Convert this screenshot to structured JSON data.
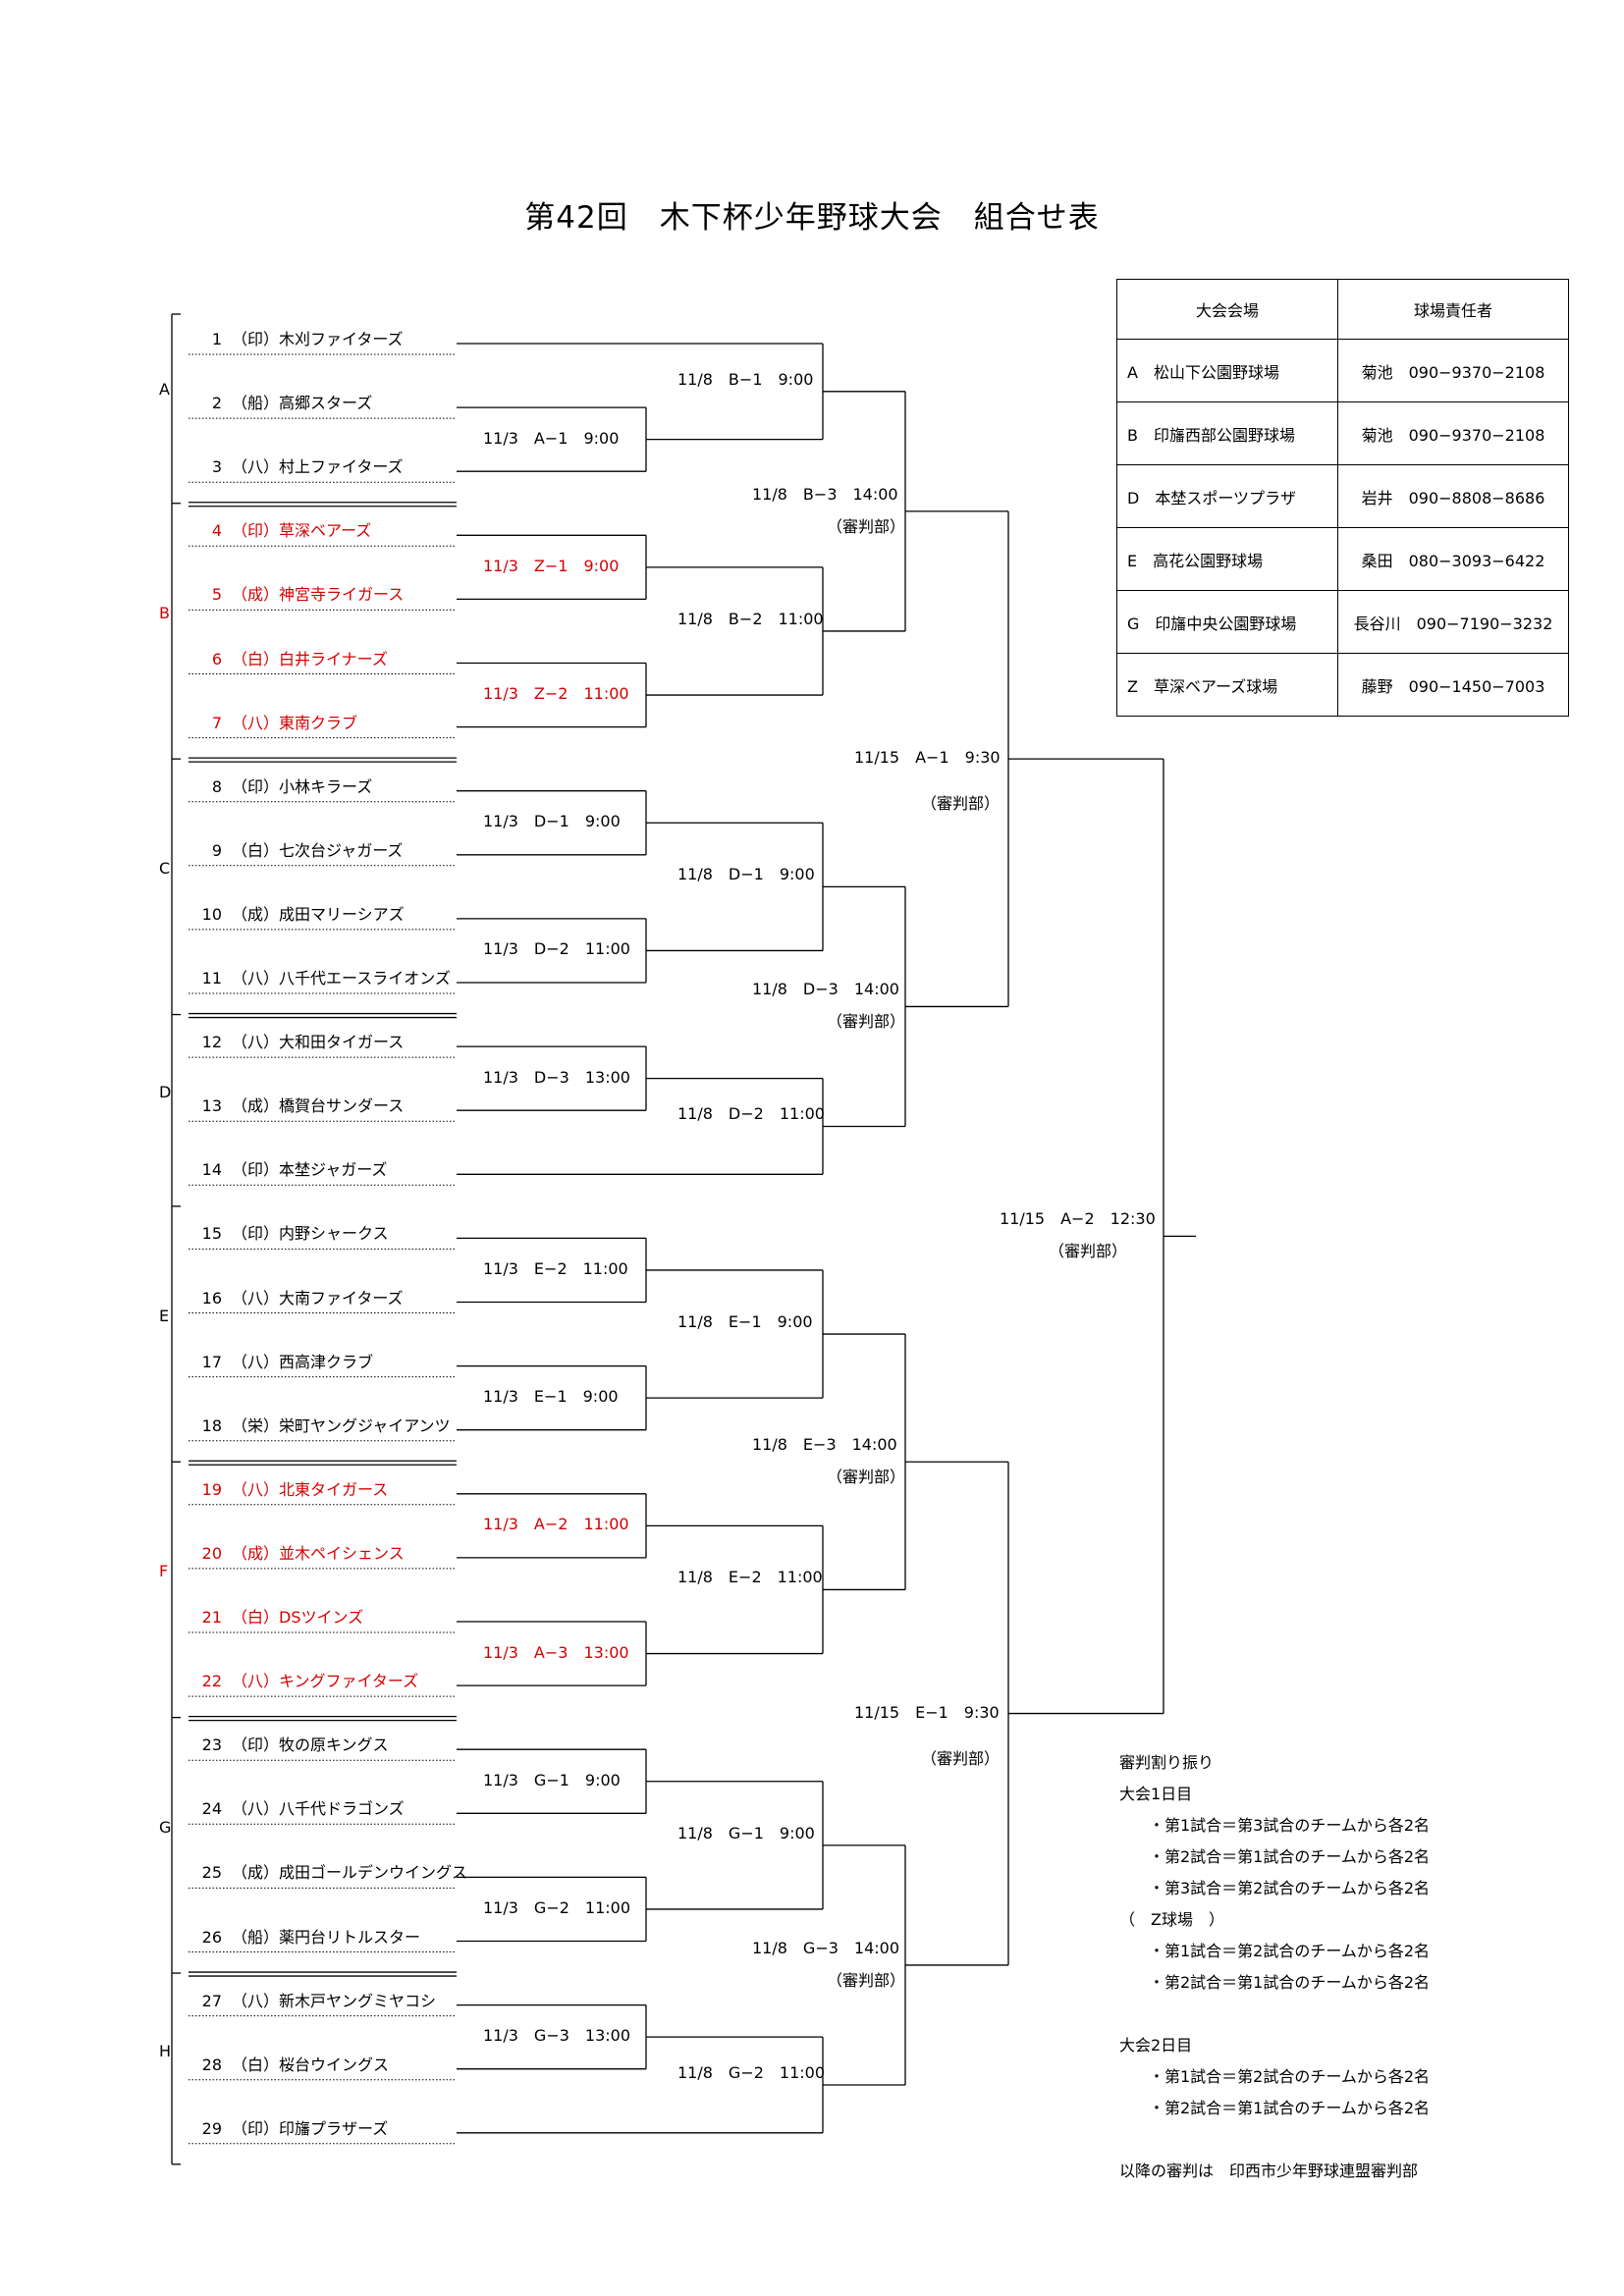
{
  "title": "第42回　木下杯少年野球大会　組合せ表",
  "groups": [
    "A",
    "B",
    "C",
    "D",
    "E",
    "F",
    "G",
    "H"
  ],
  "teams": [
    {
      "no": "1",
      "name": "（印）木刈ファイターズ",
      "red": false
    },
    {
      "no": "2",
      "name": "（船）高郷スターズ",
      "red": false
    },
    {
      "no": "3",
      "name": "（八）村上ファイターズ",
      "red": false
    },
    {
      "no": "4",
      "name": "（印）草深ベアーズ",
      "red": true
    },
    {
      "no": "5",
      "name": "（成）神宮寺ライガース",
      "red": true
    },
    {
      "no": "6",
      "name": "（白）白井ライナーズ",
      "red": true
    },
    {
      "no": "7",
      "name": "（八）東南クラブ",
      "red": true
    },
    {
      "no": "8",
      "name": "（印）小林キラーズ",
      "red": false
    },
    {
      "no": "9",
      "name": "（白）七次台ジャガーズ",
      "red": false
    },
    {
      "no": "10",
      "name": "（成）成田マリーシアズ",
      "red": false
    },
    {
      "no": "11",
      "name": "（八）八千代エースライオンズ",
      "red": false
    },
    {
      "no": "12",
      "name": "（八）大和田タイガース",
      "red": false
    },
    {
      "no": "13",
      "name": "（成）橋賀台サンダース",
      "red": false
    },
    {
      "no": "14",
      "name": "（印）本埜ジャガーズ",
      "red": false
    },
    {
      "no": "15",
      "name": "（印）内野シャークス",
      "red": false
    },
    {
      "no": "16",
      "name": "（八）大南ファイターズ",
      "red": false
    },
    {
      "no": "17",
      "name": "（八）西高津クラブ",
      "red": false
    },
    {
      "no": "18",
      "name": "（栄）栄町ヤングジャイアンツ",
      "red": false
    },
    {
      "no": "19",
      "name": "（八）北東タイガース",
      "red": true
    },
    {
      "no": "20",
      "name": "（成）並木ペイシェンス",
      "red": true
    },
    {
      "no": "21",
      "name": "（白）DSツインズ",
      "red": true
    },
    {
      "no": "22",
      "name": "（八）キングファイターズ",
      "red": true
    },
    {
      "no": "23",
      "name": "（印）牧の原キングス",
      "red": false
    },
    {
      "no": "24",
      "name": "（八）八千代ドラゴンズ",
      "red": false
    },
    {
      "no": "25",
      "name": "（成）成田ゴールデンウイングス",
      "red": false
    },
    {
      "no": "26",
      "name": "（船）薬円台リトルスター",
      "red": false
    },
    {
      "no": "27",
      "name": "（八）新木戸ヤングミヤコシ",
      "red": false
    },
    {
      "no": "28",
      "name": "（白）桜台ウイングス",
      "red": false
    },
    {
      "no": "29",
      "name": "（印）印旛プラザーズ",
      "red": false
    }
  ],
  "matches": {
    "r1": [
      {
        "label": "11/3　A−1　9:00",
        "red": false
      },
      {
        "label": "11/3　Z−1　9:00",
        "red": true
      },
      {
        "label": "11/3　Z−2　11:00",
        "red": true
      },
      {
        "label": "11/3　D−1　9:00",
        "red": false
      },
      {
        "label": "11/3　D−2　11:00",
        "red": false
      },
      {
        "label": "11/3　D−3　13:00",
        "red": false
      },
      {
        "label": "11/3　E−2　11:00",
        "red": false
      },
      {
        "label": "11/3　E−1　9:00",
        "red": false
      },
      {
        "label": "11/3　A−2　11:00",
        "red": true
      },
      {
        "label": "11/3　A−3　13:00",
        "red": true
      },
      {
        "label": "11/3　G−1　9:00",
        "red": false
      },
      {
        "label": "11/3　G−2　11:00",
        "red": false
      },
      {
        "label": "11/3　G−3　13:00",
        "red": false
      }
    ],
    "r2": [
      "11/8　B−1　9:00",
      "11/8　B−2　11:00",
      "11/8　D−1　9:00",
      "11/8　D−2　11:00",
      "11/8　E−1　9:00",
      "11/8　E−2　11:00",
      "11/8　G−1　9:00",
      "11/8　G−2　11:00"
    ],
    "r3": [
      {
        "label": "11/8　B−3　14:00",
        "sub": "（審判部）"
      },
      {
        "label": "11/8　D−3　14:00",
        "sub": "（審判部）"
      },
      {
        "label": "11/8　E−3　14:00",
        "sub": "（審判部）"
      },
      {
        "label": "11/8　G−3　14:00",
        "sub": "（審判部）"
      }
    ],
    "r4": [
      {
        "label": "11/15　A−1　9:30",
        "sub": "（審判部）"
      },
      {
        "label": "11/15　E−1　9:30",
        "sub": "（審判部）"
      }
    ],
    "final": {
      "label": "11/15　A−2　12:30",
      "sub": "（審判部）"
    }
  },
  "venue_table": {
    "header_venue": "大会会場",
    "header_manager": "球場責任者",
    "rows": [
      {
        "venue": "A　松山下公園野球場",
        "manager": "菊池　090−9370−2108"
      },
      {
        "venue": "B　印旛西部公園野球場",
        "manager": "菊池　090−9370−2108"
      },
      {
        "venue": "D　本埜スポーツプラザ",
        "manager": "岩井　090−8808−8686"
      },
      {
        "venue": "E　高花公園野球場",
        "manager": "桑田　080−3093−6422"
      },
      {
        "venue": "G　印旛中央公園野球場",
        "manager": "長谷川　090−7190−3232"
      },
      {
        "venue": "Z　草深ベアーズ球場",
        "manager": "藤野　090−1450−7003"
      }
    ]
  },
  "notes": {
    "heading": "審判割り振り",
    "day1": "大会1日目",
    "day1_items": [
      "・第1試合＝第3試合のチームから各2名",
      "・第2試合＝第1試合のチームから各2名",
      "・第3試合＝第2試合のチームから各2名"
    ],
    "zfield": "（　Z球場　）",
    "z_items": [
      "・第1試合＝第2試合のチームから各2名",
      "・第2試合＝第1試合のチームから各2名"
    ],
    "day2": "大会2日目",
    "day2_items": [
      "・第1試合＝第2試合のチームから各2名",
      "・第2試合＝第1試合のチームから各2名"
    ],
    "footer": "以降の審判は　印西市少年野球連盟審判部"
  }
}
